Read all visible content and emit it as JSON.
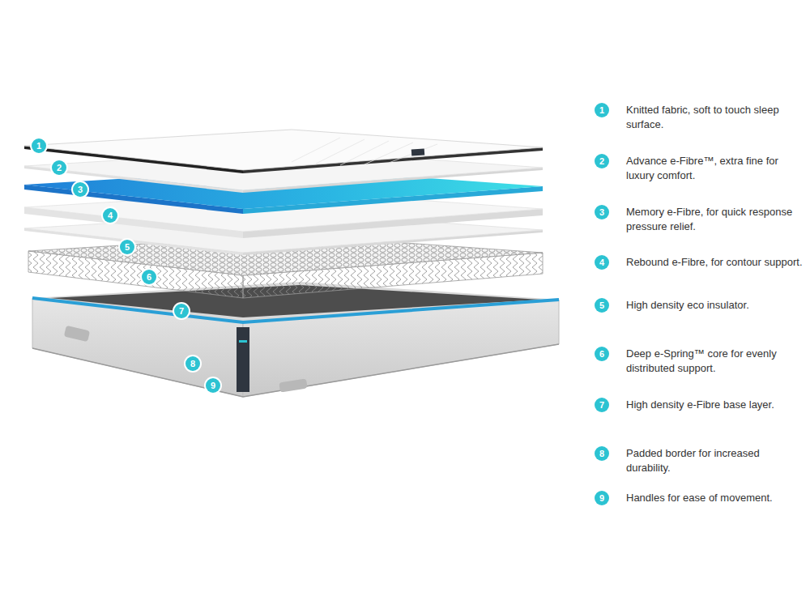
{
  "diagram": {
    "labels": [
      "1",
      "2",
      "3",
      "4",
      "5",
      "6",
      "7",
      "8",
      "9",
      "1",
      "Knitted fabric, soft to touch sleep surface.",
      "2",
      "Advance e-Fibre™, extra fine for luxury comfort.",
      "3",
      "Memory e-Fibre, for quick response pressure relief.",
      "4",
      "Rebound e-Fibre, for contour support.",
      "5",
      "High density eco insulator.",
      "6",
      "Deep e-Spring™ core for evenly distributed support.",
      "7",
      "High density e-Fibre base layer.",
      "8",
      "Padded border for increased durability.",
      "9",
      "Handles for ease of movement."
    ]
  }
}
